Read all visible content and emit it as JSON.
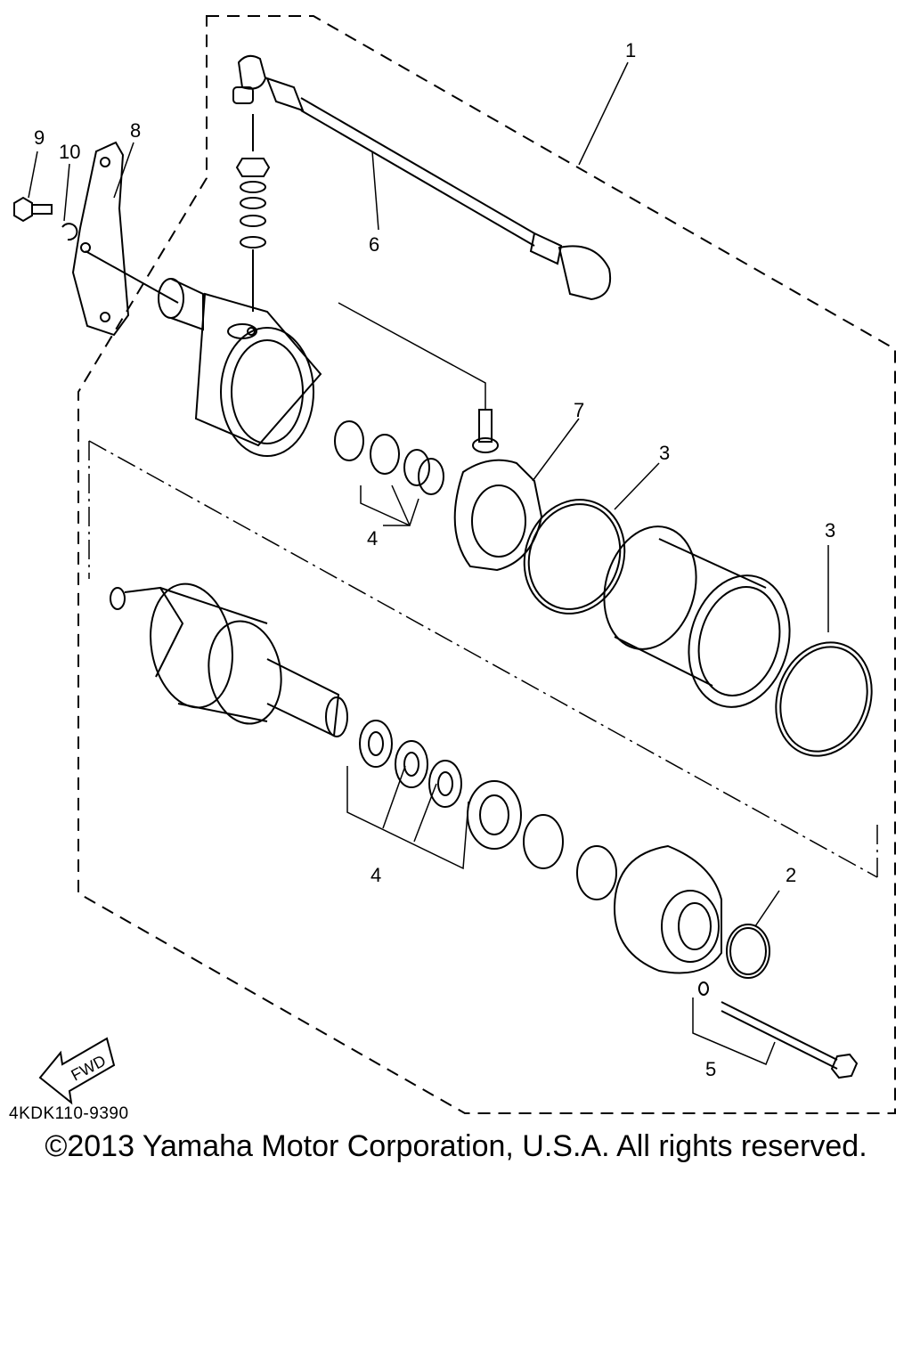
{
  "diagram": {
    "drawing_code": "4KDK110-9390",
    "fwd_label": "FWD",
    "copyright": "©2013 Yamaha Motor Corporation, U.S.A. All rights reserved.",
    "callouts": {
      "c1": "1",
      "c2": "2",
      "c3a": "3",
      "c3b": "3",
      "c4a": "4",
      "c4b": "4",
      "c5": "5",
      "c6": "6",
      "c7": "7",
      "c8": "8",
      "c9": "9",
      "c10": "10"
    }
  }
}
